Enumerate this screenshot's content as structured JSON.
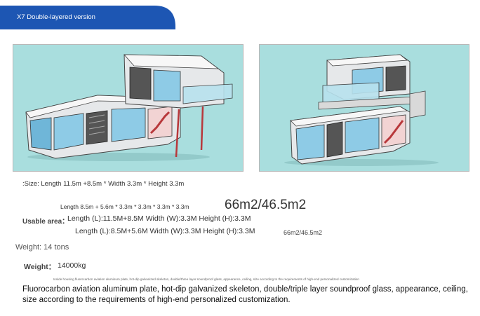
{
  "header": {
    "title": "X7 Double-layered version",
    "accent_color": "#1d56b3"
  },
  "images": {
    "left_icon": "double-layer-cabin-side-view-icon",
    "right_icon": "double-layer-cabin-front-view-icon",
    "background_color": "#a9dede"
  },
  "specs": {
    "size_line": ":Size: Length 11.5m +8.5m * Width 3.3m * Height 3.3m",
    "length_line": "Length 8.5m + 5.6m * 3.3m * 3.3m * 3.3m * 3.3m",
    "area_large": "66m2/46.5m2",
    "usable_label": "Usable area：",
    "usable_line1": "Length (L):11.5M+8.5M Width (W):3.3M Height (H):3.3M",
    "usable_line2": "Length (L):8.5M+5.6M Width (W):3.3M Height (H):3.3M",
    "area_small": "66m2/46.5m2",
    "weight_gray": "Weight: 14 tons",
    "weight_label": "Weight：",
    "weight_value": "14000kg",
    "tiny_note": "Inside housing fluorocarbon aviation aluminum plate, hot-dip galvanized skeleton, double/three layer soundproof glass, appearance, ceiling, size according to the requirements of high-end personalized customization",
    "description": "Fluorocarbon aviation aluminum plate, hot-dip galvanized skeleton, double/triple layer soundproof glass, appearance, ceiling, size according to the requirements of high-end personalized customization."
  }
}
